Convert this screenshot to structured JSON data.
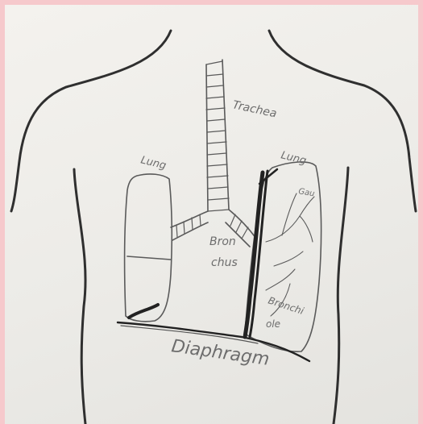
{
  "labels": {
    "trachea": "Trachea",
    "lung_left": "Lung",
    "lung_right": "Lung",
    "bronchus_line1": "Bron",
    "bronchus_line2": "chus",
    "bronchiole_line1": "Bronchi",
    "bronchiole_line2": "ole",
    "diaphragm": "Diaphragm",
    "right_lung_small": "Gau"
  },
  "colors": {
    "border": "#f6c9cc",
    "paper": "#efede9",
    "outline": "#2f2f2f",
    "pencil": "#5a5a5a",
    "shading": "#222222"
  }
}
